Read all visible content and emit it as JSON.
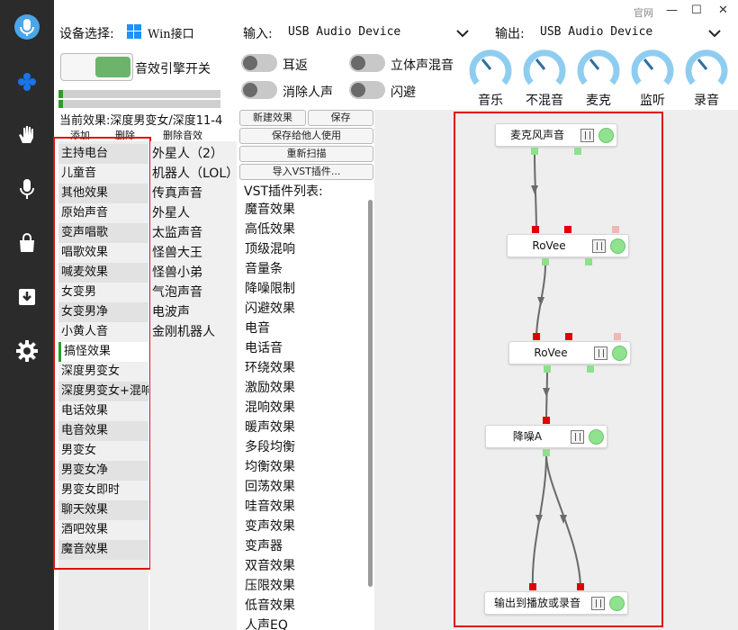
{
  "window": {
    "official_site": "官网",
    "minimize": "—",
    "maximize": "☐",
    "close": "✕"
  },
  "nav": {
    "items": [
      "mic-icon",
      "flower-icon",
      "hand-icon",
      "microphone-icon",
      "bag-icon",
      "download-icon",
      "gear-icon"
    ],
    "active_color": "#1a73e8"
  },
  "device": {
    "select_label": "设备选择:",
    "select_value": "Win接口",
    "input_label": "输入:",
    "input_value": "USB Audio Device",
    "output_label": "输出:",
    "output_value": "USB Audio Device"
  },
  "engine": {
    "label": "音效引擎开关",
    "on_color": "#6cb46c"
  },
  "toggles": {
    "ear_return": "耳返",
    "stereo_mix": "立体声混音",
    "vocal_remove": "消除人声",
    "ducking": "闪避"
  },
  "knobs": [
    "音乐",
    "不混音",
    "麦克",
    "监听",
    "录音"
  ],
  "current": {
    "text": "当前效果:深度男变女/深度11-4"
  },
  "actions": {
    "add": "添加",
    "delete": "删除",
    "delete_effect": "删除音效"
  },
  "effects": [
    "主持电台",
    "儿童音",
    "其他效果",
    "原始声音",
    "变声唱歌",
    "唱歌效果",
    "喊麦效果",
    "女变男",
    "女变男净",
    "小黄人音",
    "搞怪效果",
    "深度男变女",
    "深度男变女+混响",
    "电话效果",
    "电音效果",
    "男变女",
    "男变女净",
    "男变女即时",
    "聊天效果",
    "酒吧效果",
    "魔音效果"
  ],
  "presets": [
    "外星人（2）",
    "机器人（LOL）",
    "传真声音",
    "外星人",
    "太监声音",
    "怪兽大王",
    "怪兽小弟",
    "气泡声音",
    "电波声",
    "金刚机器人"
  ],
  "buttons": {
    "new_effect": "新建效果",
    "save": "保存",
    "save_for_others": "保存给他人使用",
    "rescan": "重新扫描",
    "import_vst": "导入VST插件..."
  },
  "vst": {
    "title": "VST插件列表:",
    "items": [
      "魔音效果",
      "高低效果",
      "顶级混响",
      "音量条",
      "降噪限制",
      "闪避效果",
      "电音",
      "电话音",
      "环绕效果",
      "激励效果",
      "混响效果",
      "暖声效果",
      "多段均衡",
      "均衡效果",
      "回荡效果",
      "哇音效果",
      "变声效果",
      "变声器",
      "双音效果",
      "压限效果",
      "低音效果",
      "人声EQ"
    ]
  },
  "graph": {
    "nodes": [
      "麦克风声音",
      "RoVee",
      "RoVee",
      "降噪A",
      "输出到播放或录音"
    ]
  }
}
